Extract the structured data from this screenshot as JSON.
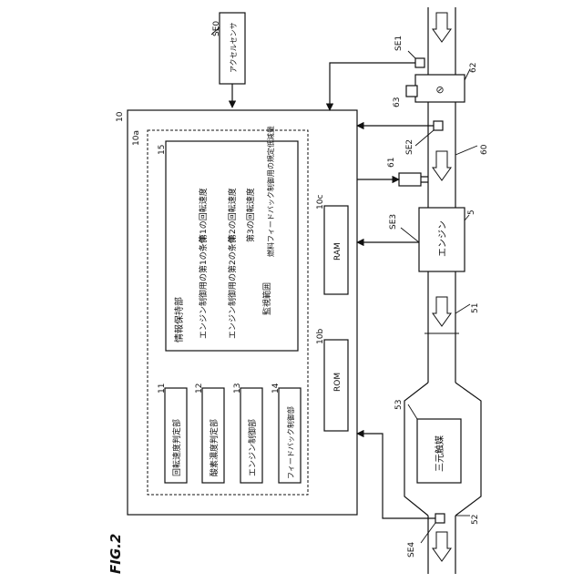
{
  "figure": {
    "label": "FIG.2"
  },
  "ecu": {
    "ref": "10",
    "inner_ref": "10a"
  },
  "sensors": {
    "se0": {
      "ref": "SE0",
      "label": "アクセルセンサ"
    },
    "se1": "SE1",
    "se2": "SE2",
    "se3": "SE3",
    "se4": "SE4"
  },
  "info_unit": {
    "ref": "15",
    "title": "情報保持部",
    "items": [
      {
        "left": "エンジン制御用の第1の条件",
        "right": "第1の回転速度"
      },
      {
        "left": "エンジン制御用の第2の条件",
        "right": "第2の回転速度"
      },
      {
        "left": "監視範囲",
        "right": "第3の回転速度"
      },
      {
        "left": "",
        "right": "燃料フィードバック制御用の規定低減量"
      }
    ]
  },
  "memory": {
    "ram": {
      "ref": "10c",
      "label": "RAM"
    },
    "rom": {
      "ref": "10b",
      "label": "ROM"
    }
  },
  "functional_units": [
    {
      "ref": "11",
      "label": "回転速度判定部"
    },
    {
      "ref": "12",
      "label": "酸素濃度判定部"
    },
    {
      "ref": "13",
      "label": "エンジン制御部"
    },
    {
      "ref": "14",
      "label": "フィードバック制御部"
    }
  ],
  "engine": {
    "ref": "5",
    "label": "エンジン"
  },
  "catalyst": {
    "ref": "53",
    "label": "三元触媒"
  },
  "refs": {
    "intake_pipe": "60",
    "throttle": "62",
    "throttle_sensor": "63",
    "injector": "61",
    "exhaust_pipe": "51",
    "exhaust_outlet": "52"
  }
}
